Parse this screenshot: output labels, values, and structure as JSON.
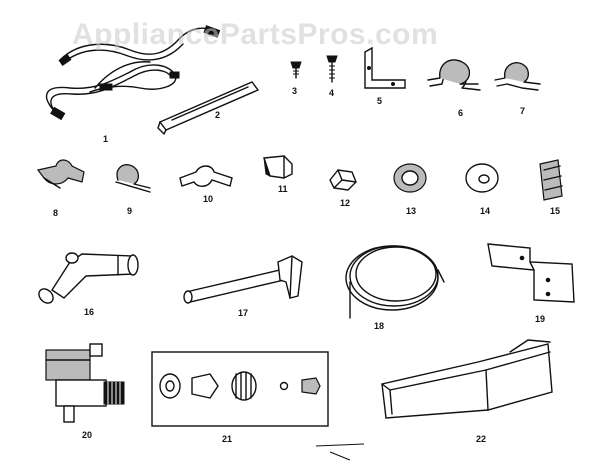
{
  "watermark": "AppliancePartsPros.com",
  "parts": [
    {
      "label": "1"
    },
    {
      "label": "2"
    },
    {
      "label": "3"
    },
    {
      "label": "4"
    },
    {
      "label": "5"
    },
    {
      "label": "6"
    },
    {
      "label": "7"
    },
    {
      "label": "8"
    },
    {
      "label": "9"
    },
    {
      "label": "10"
    },
    {
      "label": "11"
    },
    {
      "label": "12"
    },
    {
      "label": "13"
    },
    {
      "label": "14"
    },
    {
      "label": "15"
    },
    {
      "label": "16"
    },
    {
      "label": "17"
    },
    {
      "label": "18"
    },
    {
      "label": "19"
    },
    {
      "label": "20"
    },
    {
      "label": "21"
    },
    {
      "label": "22"
    }
  ]
}
